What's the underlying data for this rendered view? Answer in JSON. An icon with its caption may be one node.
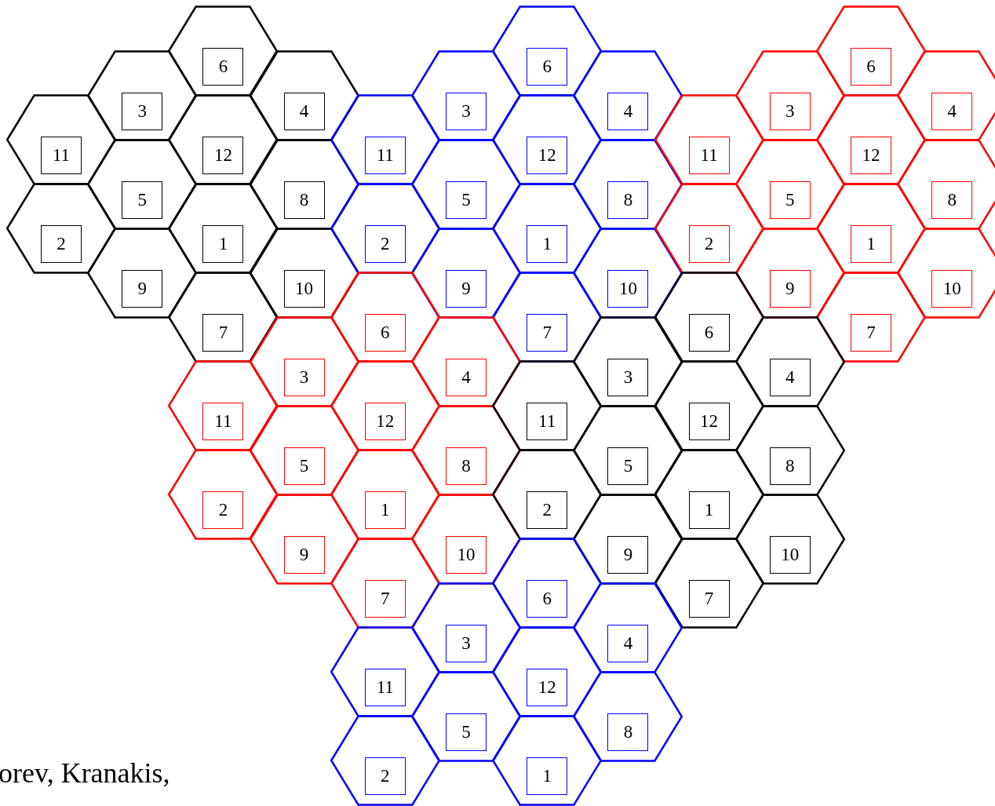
{
  "diagram": {
    "nodes": [
      {
        "text": [
          "6"
        ]
      },
      {
        "text": [
          "3"
        ]
      },
      {
        "text": [
          "4"
        ]
      },
      {
        "text": [
          "11"
        ]
      },
      {
        "text": [
          "12"
        ]
      },
      {
        "text": [
          "5"
        ]
      },
      {
        "text": [
          "8"
        ]
      },
      {
        "text": [
          "2"
        ]
      },
      {
        "text": [
          "1"
        ]
      },
      {
        "text": [
          "9"
        ]
      },
      {
        "text": [
          "10"
        ]
      },
      {
        "text": [
          "7"
        ]
      },
      {
        "text": [
          "6"
        ]
      },
      {
        "text": [
          "3"
        ]
      },
      {
        "text": [
          "4"
        ]
      },
      {
        "text": [
          "11"
        ]
      },
      {
        "text": [
          "12"
        ]
      },
      {
        "text": [
          "5"
        ]
      },
      {
        "text": [
          "8"
        ]
      },
      {
        "text": [
          "2"
        ]
      },
      {
        "text": [
          "1"
        ]
      },
      {
        "text": [
          "9"
        ]
      },
      {
        "text": [
          "10"
        ]
      },
      {
        "text": [
          "7"
        ]
      },
      {
        "text": [
          "6"
        ]
      },
      {
        "text": [
          "3"
        ]
      },
      {
        "text": [
          "4"
        ]
      },
      {
        "text": [
          "11"
        ]
      },
      {
        "text": [
          "12"
        ]
      },
      {
        "text": [
          "5"
        ]
      },
      {
        "text": [
          "8"
        ]
      },
      {
        "text": [
          "2"
        ]
      },
      {
        "text": [
          "1"
        ]
      },
      {
        "text": [
          "9"
        ]
      },
      {
        "text": [
          "10"
        ]
      },
      {
        "text": [
          "7"
        ]
      },
      {
        "text": [
          "6"
        ]
      },
      {
        "text": [
          "3"
        ]
      },
      {
        "text": [
          "4"
        ]
      },
      {
        "text": [
          "11"
        ]
      },
      {
        "text": [
          "12"
        ]
      },
      {
        "text": [
          "5"
        ]
      },
      {
        "text": [
          "8"
        ]
      },
      {
        "text": [
          "2"
        ]
      },
      {
        "text": [
          "1"
        ]
      },
      {
        "text": [
          "9"
        ]
      },
      {
        "text": [
          "10"
        ]
      },
      {
        "text": [
          "7"
        ]
      },
      {
        "text": [
          "6"
        ]
      },
      {
        "text": [
          "3"
        ]
      },
      {
        "text": [
          "4"
        ]
      },
      {
        "text": [
          "11"
        ]
      },
      {
        "text": [
          "12"
        ]
      },
      {
        "text": [
          "5"
        ]
      },
      {
        "text": [
          "8"
        ]
      },
      {
        "text": [
          "2"
        ]
      },
      {
        "text": [
          "1"
        ]
      },
      {
        "text": [
          "9"
        ]
      },
      {
        "text": [
          "10"
        ]
      },
      {
        "text": [
          "7"
        ]
      },
      {
        "text": [
          "6"
        ]
      },
      {
        "text": [
          "3"
        ]
      },
      {
        "text": [
          "4"
        ]
      },
      {
        "text": [
          "11"
        ]
      },
      {
        "text": [
          "12"
        ]
      },
      {
        "text": [
          "5"
        ]
      },
      {
        "text": [
          "8"
        ]
      },
      {
        "text": [
          "2"
        ]
      },
      {
        "text": [
          "1"
        ]
      }
    ],
    "edges": [],
    "labels": [
      "orev, Kranakis,"
    ]
  }
}
